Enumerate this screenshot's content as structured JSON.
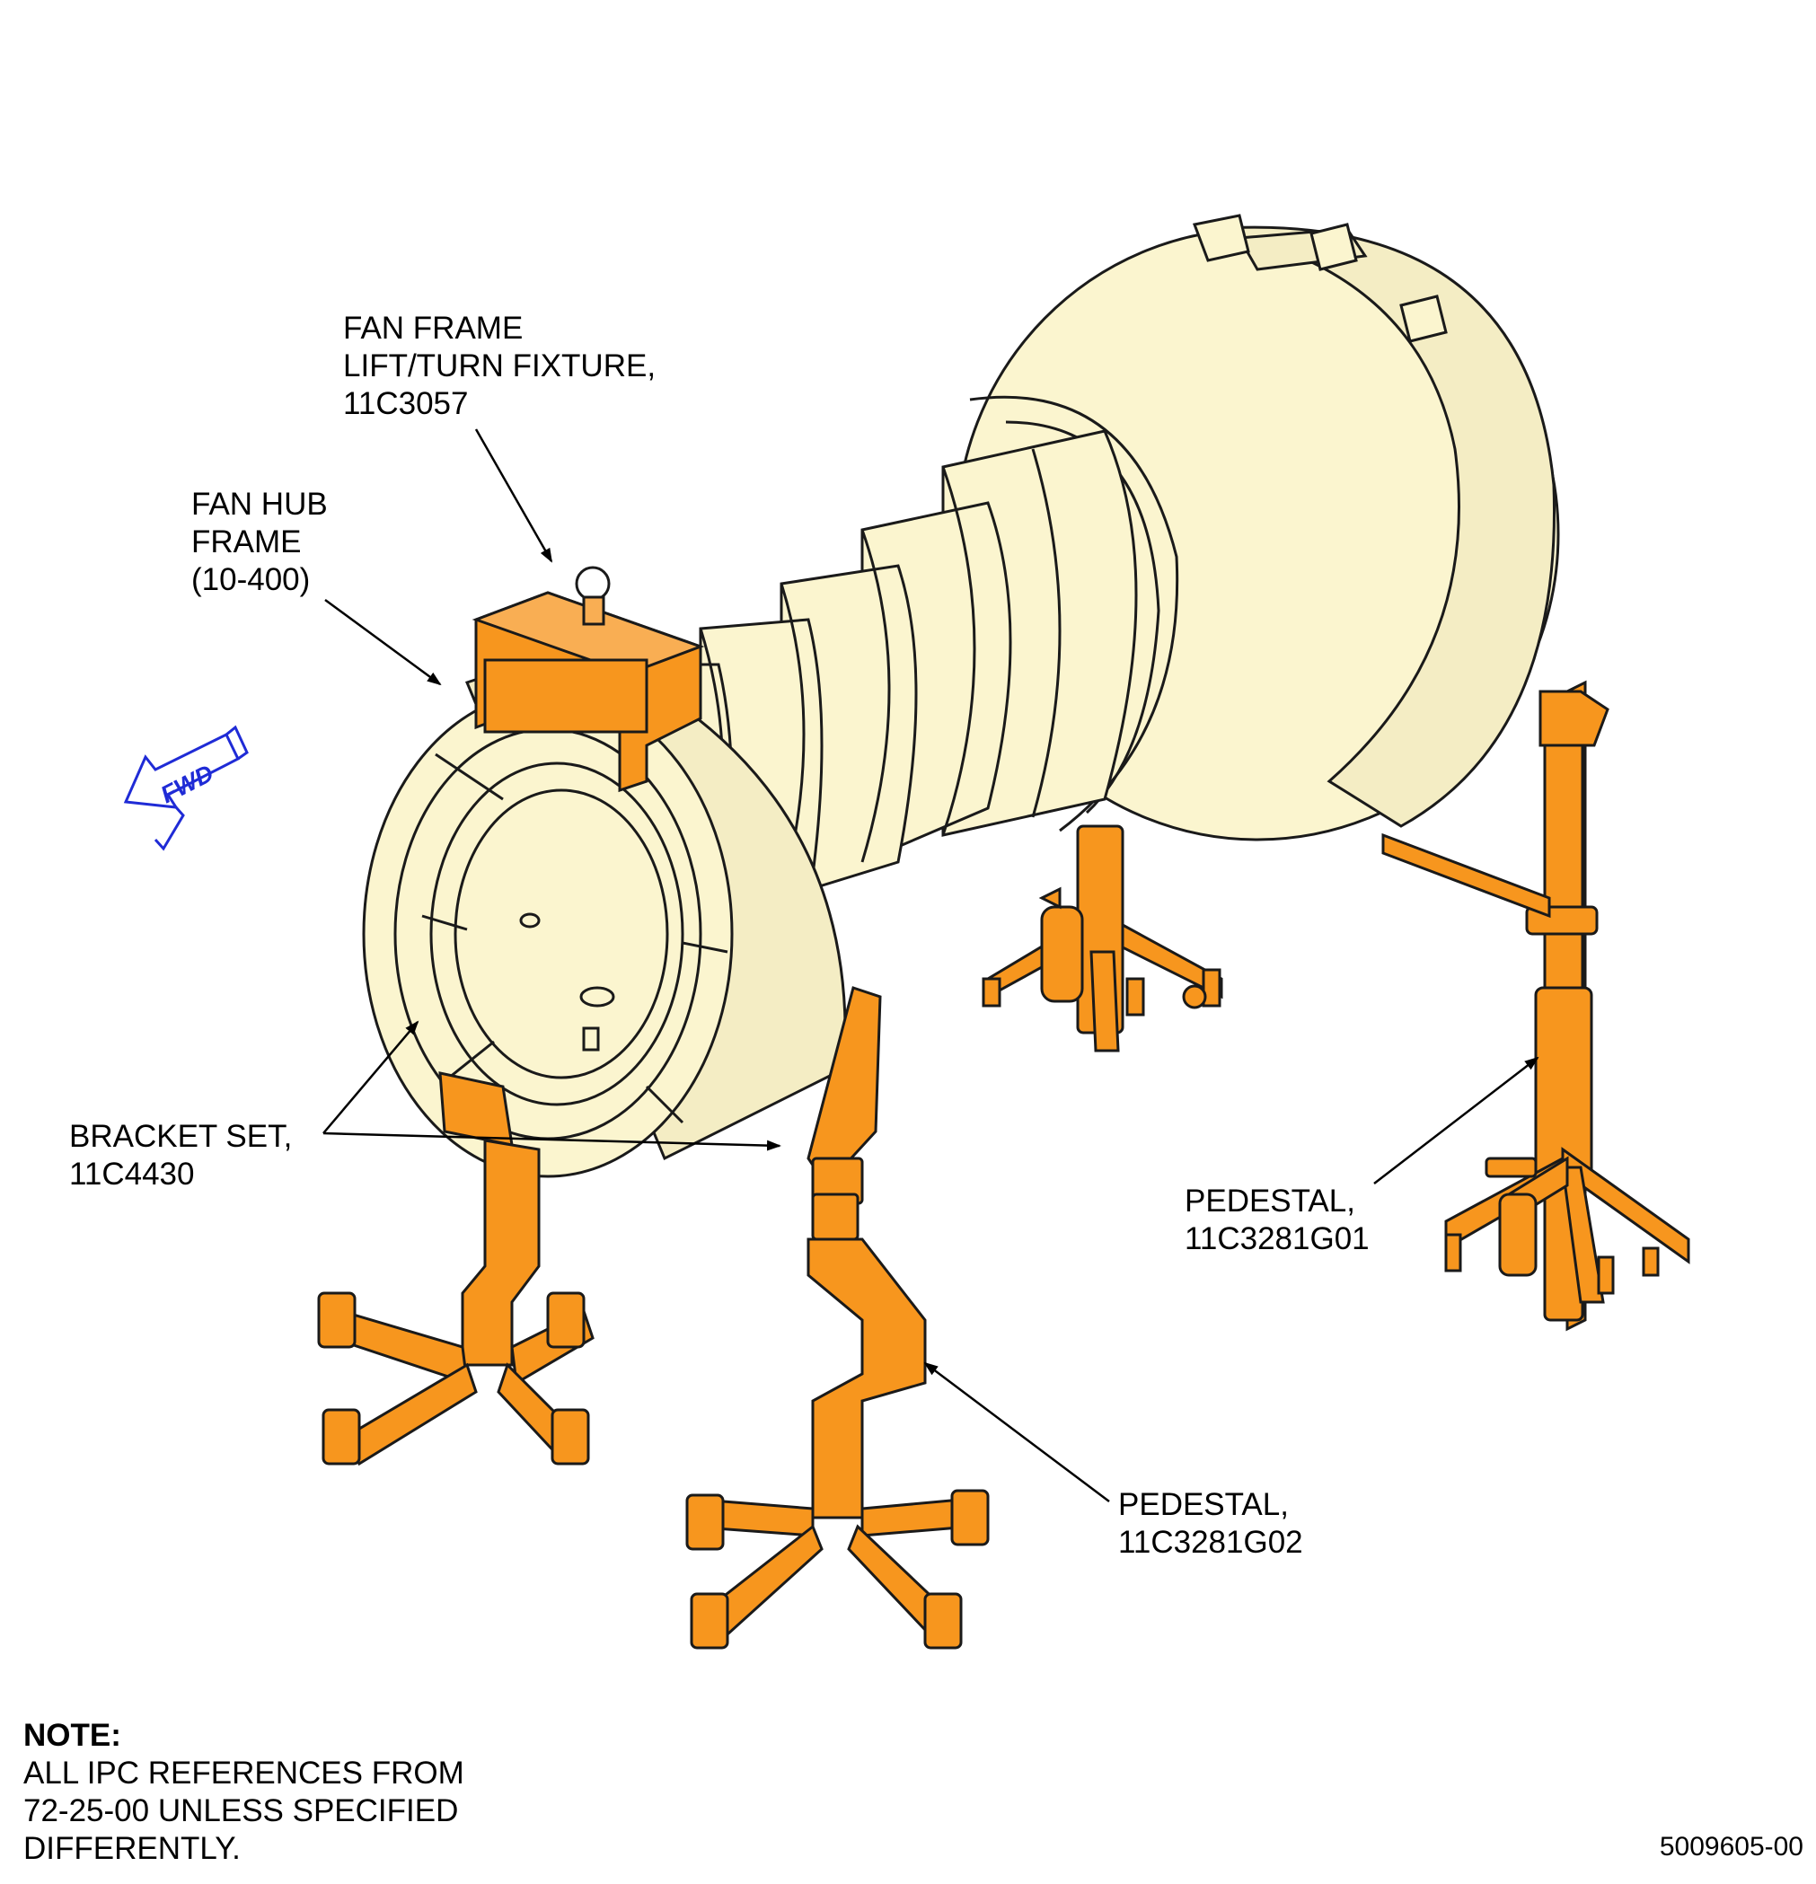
{
  "labels": {
    "fan_frame_fixture": "FAN FRAME\nLIFT/TURN FIXTURE,\n11C3057",
    "fan_hub_frame": "FAN HUB\nFRAME\n(10-400)",
    "bracket_set": "BRACKET SET,\n11C4430",
    "pedestal_g01": "PEDESTAL,\n11C3281G01",
    "pedestal_g02": "PEDESTAL,\n11C3281G02",
    "fwd": "FWD"
  },
  "note": {
    "title": "NOTE:",
    "body": "ALL IPC REFERENCES FROM\n72-25-00 UNLESS SPECIFIED\nDIFFERENTLY."
  },
  "figure_id": "5009605-00",
  "colors": {
    "engine": "#fbf5cf",
    "fixture": "#f7961e",
    "outline": "#1a1a1a",
    "fwd_arrow": "#1f2bd6"
  }
}
